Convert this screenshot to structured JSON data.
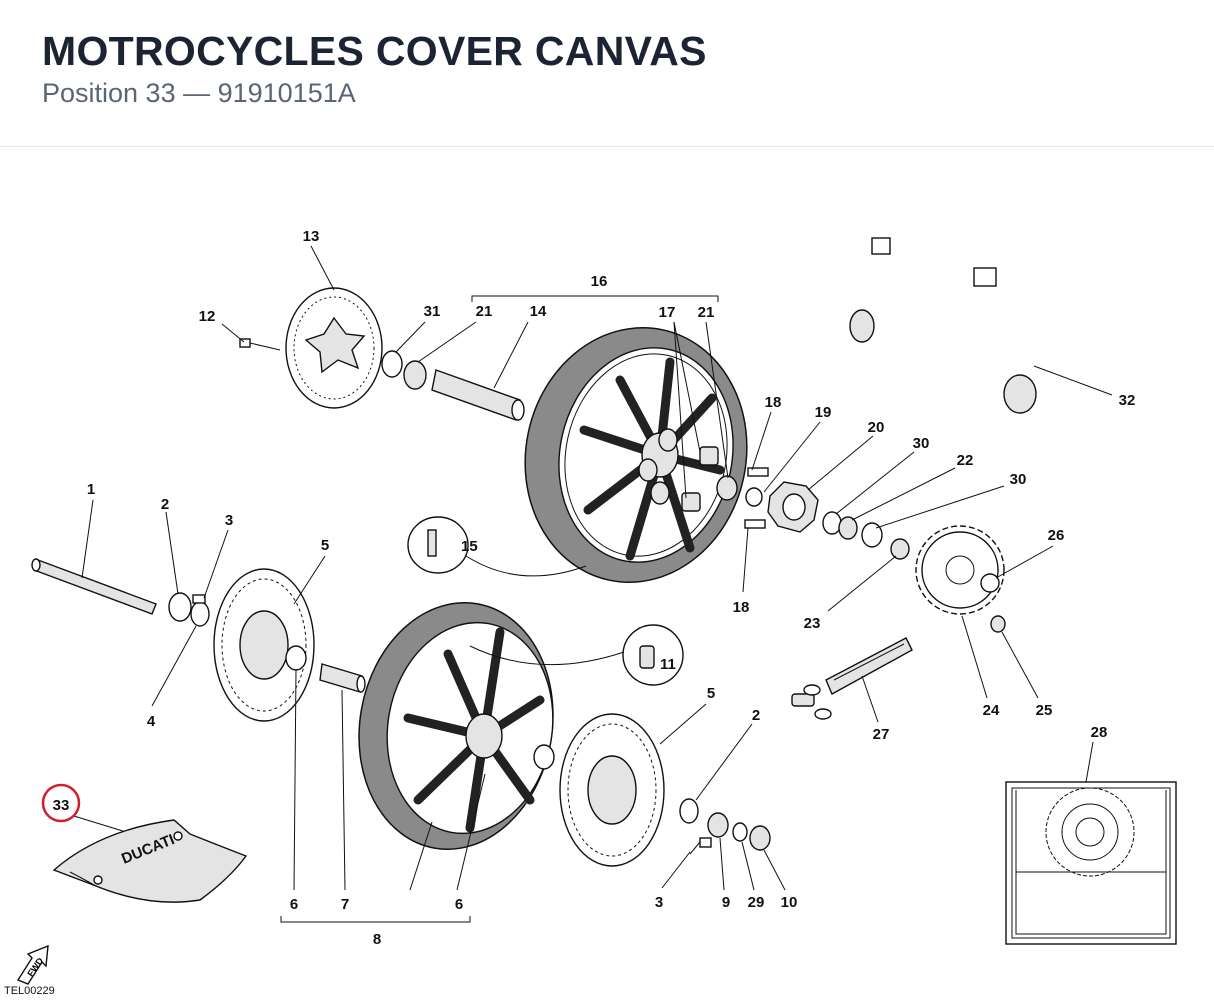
{
  "header": {
    "title": "MOTROCYCLES COVER CANVAS",
    "subtitle": "Position 33 — 91910151A"
  },
  "diagram": {
    "highlight_color": "#d0202a",
    "highlighted_position": "33",
    "cover_brand": "DUCATI",
    "fwd_label": "FWD",
    "drawing_code": "TEL00229",
    "labels": {
      "p1": "1",
      "p2a": "2",
      "p2b": "2",
      "p3a": "3",
      "p3b": "3",
      "p4": "4",
      "p5a": "5",
      "p5b": "5",
      "p6a": "6",
      "p6b": "6",
      "p7": "7",
      "p8": "8",
      "p9": "9",
      "p10": "10",
      "p11": "11",
      "p12": "12",
      "p13": "13",
      "p14": "14",
      "p15": "15",
      "p16": "16",
      "p17": "17",
      "p18a": "18",
      "p18b": "18",
      "p19": "19",
      "p20": "20",
      "p21a": "21",
      "p21b": "21",
      "p22": "22",
      "p23": "23",
      "p24": "24",
      "p25": "25",
      "p26": "26",
      "p27": "27",
      "p28": "28",
      "p29": "29",
      "p30a": "30",
      "p30b": "30",
      "p31": "31",
      "p32": "32",
      "p33": "33"
    }
  }
}
